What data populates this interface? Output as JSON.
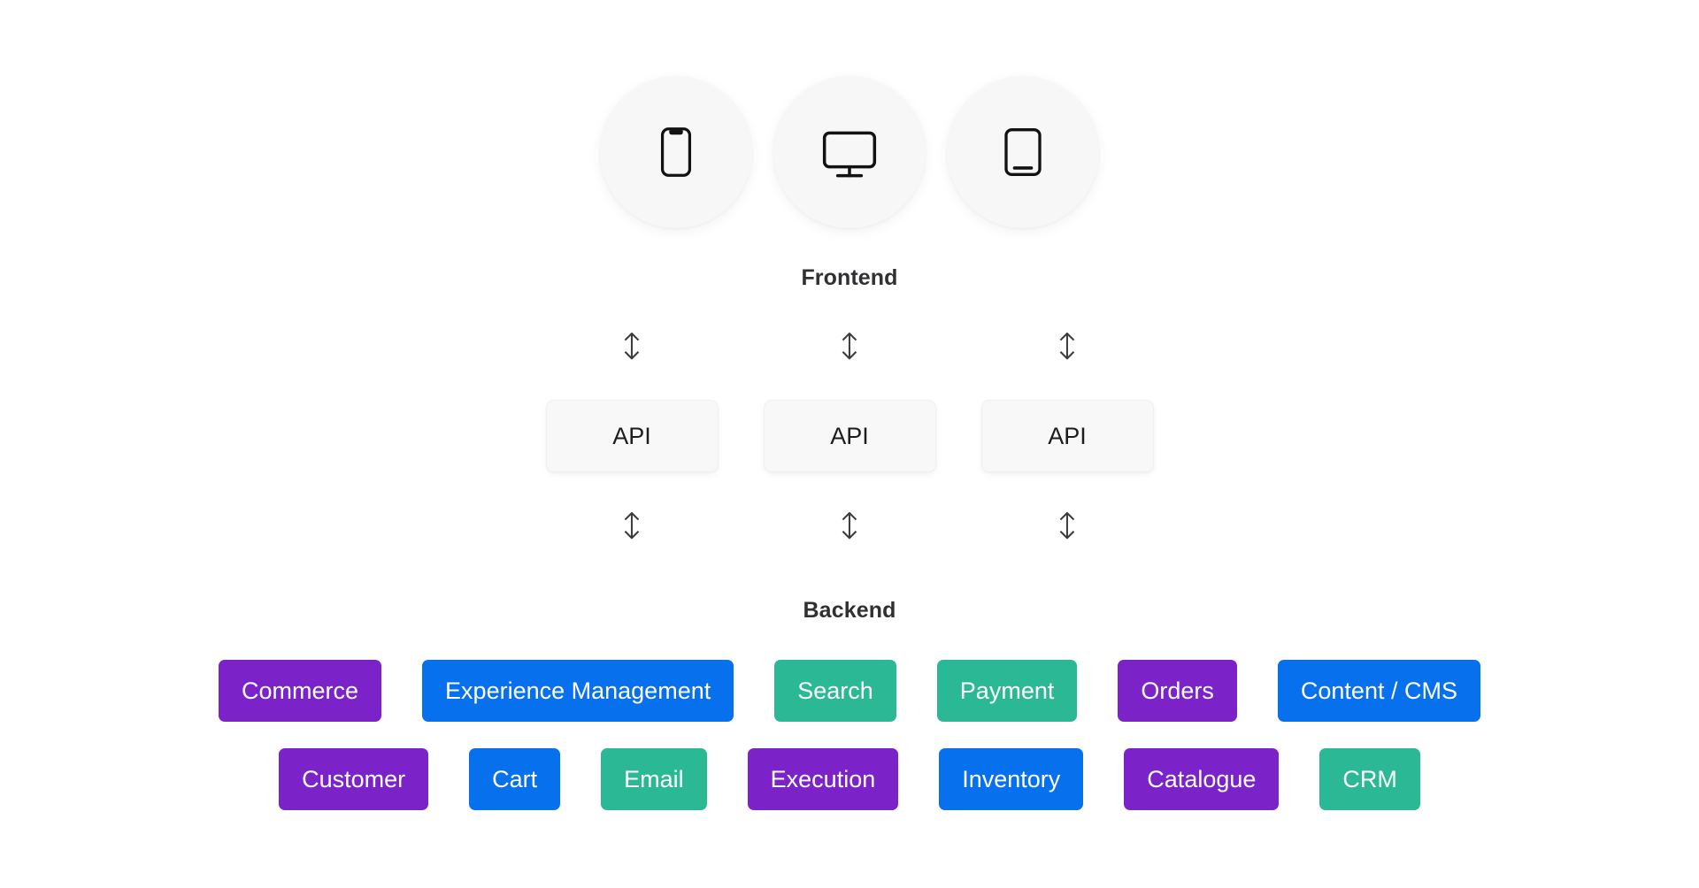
{
  "frontend": {
    "label": "Frontend",
    "devices": [
      {
        "icon": "smartphone-icon",
        "name": "mobile-device"
      },
      {
        "icon": "desktop-monitor-icon",
        "name": "desktop-device"
      },
      {
        "icon": "tablet-icon",
        "name": "tablet-device"
      }
    ]
  },
  "connectors": {
    "glyph": "↕",
    "top": [
      "↕",
      "↕",
      "↕"
    ],
    "bottom": [
      "↕",
      "↕",
      "↕"
    ]
  },
  "api": {
    "boxes": [
      {
        "label": "API"
      },
      {
        "label": "API"
      },
      {
        "label": "API"
      }
    ]
  },
  "backend": {
    "label": "Backend",
    "colors": {
      "purple": "#7B22C9",
      "blue": "#0670ED",
      "teal": "#2BB894"
    },
    "rows": [
      [
        {
          "label": "Commerce",
          "color": "#7B22C9"
        },
        {
          "label": "Experience Management",
          "color": "#0670ED"
        },
        {
          "label": "Search",
          "color": "#2BB894"
        },
        {
          "label": "Payment",
          "color": "#2BB894"
        },
        {
          "label": "Orders",
          "color": "#7B22C9"
        },
        {
          "label": "Content / CMS",
          "color": "#0670ED"
        }
      ],
      [
        {
          "label": "Customer",
          "color": "#7B22C9"
        },
        {
          "label": "Cart",
          "color": "#0670ED"
        },
        {
          "label": "Email",
          "color": "#2BB894"
        },
        {
          "label": "Execution",
          "color": "#7B22C9"
        },
        {
          "label": "Inventory",
          "color": "#0670ED"
        },
        {
          "label": "Catalogue",
          "color": "#7B22C9"
        },
        {
          "label": "CRM",
          "color": "#2BB894"
        }
      ]
    ]
  }
}
